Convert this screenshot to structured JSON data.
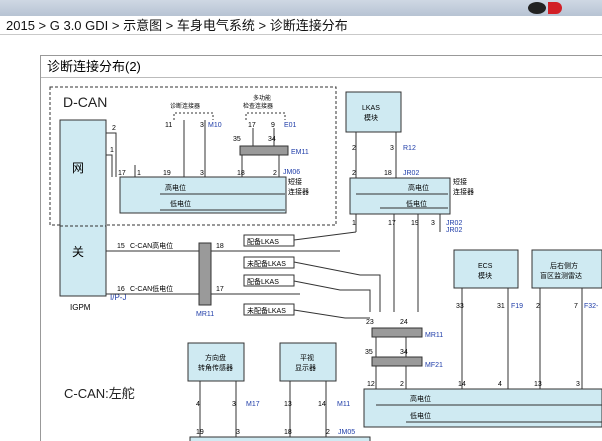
{
  "breadcrumb": "2015 > G 3.0 GDI > 示意图 > 车身电气系统 > 诊断连接分布",
  "panel_title": "诊断连接分布(2)",
  "colors": {
    "box_fill": "#cfeaf2",
    "blue_text": "#1e3ca8",
    "connector": "#9a9a9a"
  },
  "diagram": {
    "dcan": "D-CAN",
    "ccan": "C-CAN:左舵",
    "gateway_top": "网",
    "gateway_bottom": "关",
    "igpm": "IGPM",
    "ipj": "I/P-J",
    "mr11": "MR11",
    "mr11b": "MR11",
    "mf21": "MF21",
    "diag_conn": "诊断连接器",
    "multi_l1": "多功能",
    "multi_l2": "检查连接器",
    "m10": "M10",
    "e01": "E01",
    "em11": "EM11",
    "jm06": "JM06",
    "jr02a": "JR02",
    "jr02b": "JR02",
    "jr02c": "JR02",
    "r12": "R12",
    "m17": "M17",
    "m11": "M11",
    "jm05": "JM05",
    "f19": "F19",
    "f32": "F32-",
    "short_l1": "短接",
    "short_l2": "连接器",
    "short2_l1": "短接",
    "short2_l2": "连接器",
    "high": "高电位",
    "low": "低电位",
    "high2": "高电位",
    "low2": "低电位",
    "high3": "高电位",
    "low3": "低电位",
    "ccan_high": "C-CAN高电位",
    "ccan_low": "C-CAN低电位",
    "lkas_l1": "LKAS",
    "lkas_l2": "模块",
    "ecs_l1": "ECS",
    "ecs_l2": "模块",
    "rear_l1": "后右侧方",
    "rear_l2": "盲区监测雷达",
    "steer_l1": "方向盘",
    "steer_l2": "转角传感器",
    "disp_l1": "平视",
    "disp_l2": "显示器",
    "opt_lkas_1": "配备LKAS",
    "opt_lkas_2": "未配备LKAS",
    "opt_lkas_3": "配备LKAS",
    "opt_lkas_4": "未配备LKAS",
    "pins": {
      "p2": "2",
      "p1": "1",
      "p17a": "17",
      "p1b": "1",
      "p19": "19",
      "p3a": "3",
      "p18a": "18",
      "p2a": "2",
      "p11": "11",
      "p3b": "3",
      "p17b": "17",
      "p9": "9",
      "p35a": "35",
      "p34a": "34",
      "p15": "15",
      "p18b": "18",
      "p16": "16",
      "p17c": "17",
      "p2b": "2",
      "p3c": "3",
      "p2c": "2",
      "p18c": "18",
      "p1c": "1",
      "p17d": "17",
      "p19b": "19",
      "p3d": "3",
      "p23": "23",
      "p24": "24",
      "p35b": "35",
      "p34b": "34",
      "p12": "12",
      "p2d": "2",
      "p14": "14",
      "p4a": "4",
      "p13a": "13",
      "p3e": "3",
      "p33": "33",
      "p31": "31",
      "p2e": "2",
      "p7": "7",
      "p4b": "4",
      "p3f": "3",
      "p13b": "13",
      "p14b": "14",
      "p19c": "19",
      "p3g": "3",
      "p18d": "18",
      "p2f": "2"
    }
  }
}
